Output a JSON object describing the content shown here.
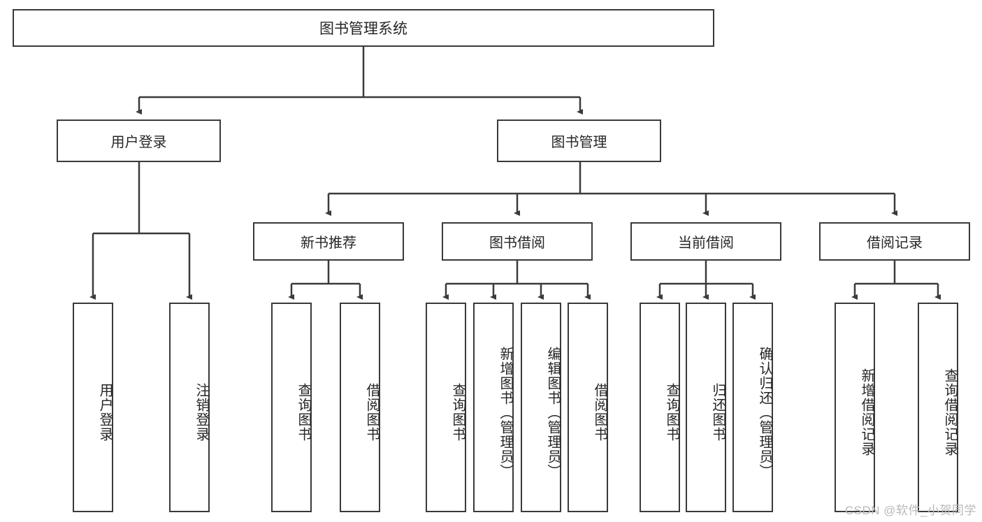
{
  "diagram": {
    "title": "图书管理系统",
    "root": {
      "label": "图书管理系统"
    },
    "level1": [
      {
        "label": "用户登录"
      },
      {
        "label": "图书管理"
      }
    ],
    "level2": [
      {
        "label": "新书推荐"
      },
      {
        "label": "图书借阅"
      },
      {
        "label": "当前借阅"
      },
      {
        "label": "借阅记录"
      }
    ],
    "leaves": {
      "user_login": [
        {
          "label": "用户登录"
        },
        {
          "label": "注销登录"
        }
      ],
      "new_book_recommend": [
        {
          "label": "查询图书"
        },
        {
          "label": "借阅图书"
        }
      ],
      "book_borrow": [
        {
          "label": "查询图书"
        },
        {
          "label": "新增图书（管理员）"
        },
        {
          "label": "编辑图书（管理员）"
        },
        {
          "label": "借阅图书"
        }
      ],
      "current_borrow": [
        {
          "label": "查询图书"
        },
        {
          "label": "归还图书"
        },
        {
          "label": "确认归还（管理员）"
        }
      ],
      "borrow_record": [
        {
          "label": "新增借阅记录"
        },
        {
          "label": "查询借阅记录"
        }
      ]
    }
  },
  "watermark": {
    "text": "CSDN @软件_小贺同学"
  },
  "colors": {
    "stroke": "#3a3a3a",
    "background": "#ffffff",
    "text": "#262626",
    "watermark": "#b9b9b9"
  }
}
